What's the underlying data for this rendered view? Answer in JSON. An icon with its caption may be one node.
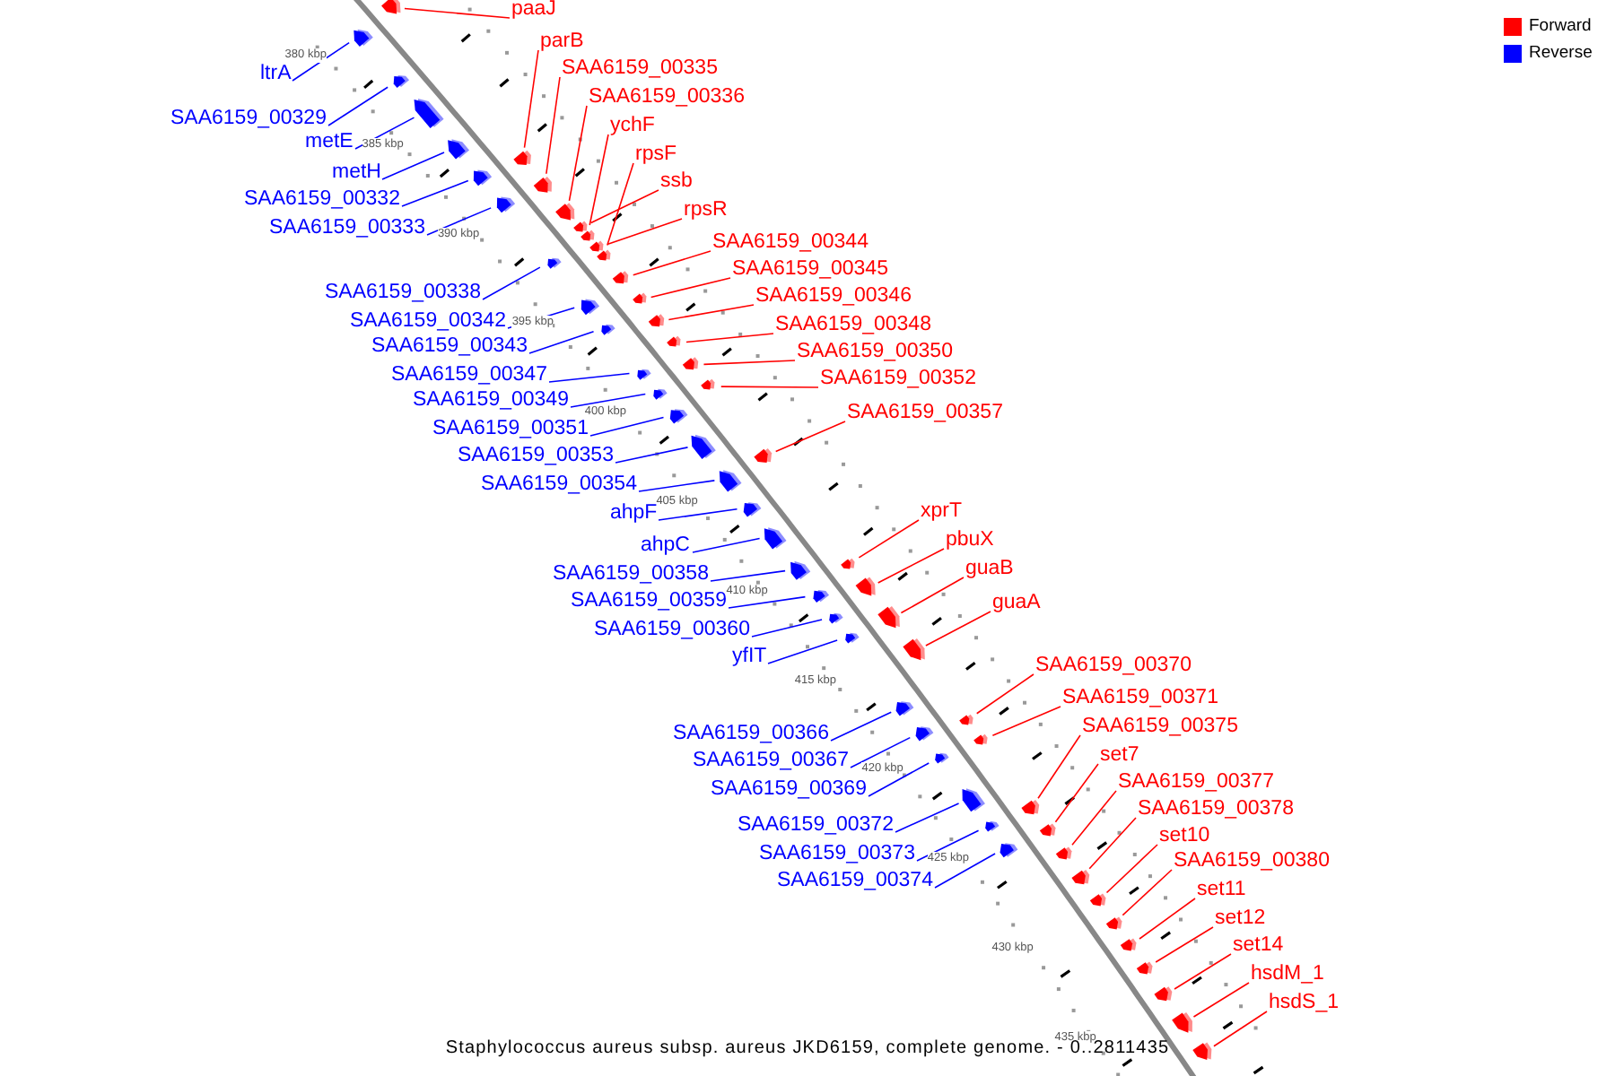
{
  "diagram": {
    "caption": "Staphylococcus aureus subsp. aureus JKD6159, complete genome. - 0..2811435",
    "nodes": [
      {
        "text": [
          "ltrA"
        ]
      },
      {
        "text": [],
        "shape": "pentagon"
      },
      {
        "text": [
          "SAA6159_00329"
        ]
      },
      {
        "text": [],
        "shape": "pentagon"
      },
      {
        "text": [
          "metE"
        ]
      },
      {
        "text": [],
        "shape": "pentagon"
      },
      {
        "text": [
          "metH"
        ]
      },
      {
        "text": [],
        "shape": "pentagon"
      },
      {
        "text": [
          "SAA6159_00332"
        ]
      },
      {
        "text": [],
        "shape": "pentagon"
      },
      {
        "text": [
          "SAA6159_00333"
        ]
      },
      {
        "text": [],
        "shape": "pentagon"
      },
      {
        "text": [
          "SAA6159_00338"
        ]
      },
      {
        "text": [],
        "shape": "pentagon"
      },
      {
        "text": [
          "SAA6159_00342"
        ]
      },
      {
        "text": [],
        "shape": "pentagon"
      },
      {
        "text": [
          "SAA6159_00343"
        ]
      },
      {
        "text": [],
        "shape": "pentagon"
      },
      {
        "text": [
          "SAA6159_00347"
        ]
      },
      {
        "text": [],
        "shape": "pentagon"
      },
      {
        "text": [
          "SAA6159_00349"
        ]
      },
      {
        "text": [],
        "shape": "pentagon"
      },
      {
        "text": [
          "SAA6159_00351"
        ]
      },
      {
        "text": [],
        "shape": "pentagon"
      },
      {
        "text": [
          "SAA6159_00353"
        ]
      },
      {
        "text": [],
        "shape": "pentagon"
      },
      {
        "text": [
          "SAA6159_00354"
        ]
      },
      {
        "text": [],
        "shape": "pentagon"
      },
      {
        "text": [
          "ahpF"
        ]
      },
      {
        "text": [],
        "shape": "pentagon"
      },
      {
        "text": [
          "ahpC"
        ]
      },
      {
        "text": [],
        "shape": "pentagon"
      },
      {
        "text": [
          "SAA6159_00358"
        ]
      },
      {
        "text": [],
        "shape": "pentagon"
      },
      {
        "text": [
          "SAA6159_00359"
        ]
      },
      {
        "text": [],
        "shape": "pentagon"
      },
      {
        "text": [
          "SAA6159_00360"
        ]
      },
      {
        "text": [],
        "shape": "pentagon"
      },
      {
        "text": [
          "yfIT"
        ]
      },
      {
        "text": [],
        "shape": "pentagon"
      },
      {
        "text": [
          "SAA6159_00366"
        ]
      },
      {
        "text": [],
        "shape": "pentagon"
      },
      {
        "text": [
          "SAA6159_00367"
        ]
      },
      {
        "text": [],
        "shape": "pentagon"
      },
      {
        "text": [
          "SAA6159_00369"
        ]
      },
      {
        "text": [],
        "shape": "pentagon"
      },
      {
        "text": [
          "SAA6159_00372"
        ]
      },
      {
        "text": [],
        "shape": "pentagon"
      },
      {
        "text": [
          "SAA6159_00373"
        ]
      },
      {
        "text": [],
        "shape": "pentagon"
      },
      {
        "text": [
          "SAA6159_00374"
        ]
      },
      {
        "text": [],
        "shape": "pentagon"
      },
      {
        "text": [
          "paaJ"
        ]
      },
      {
        "text": [],
        "shape": "pentagon"
      },
      {
        "text": [
          "parB"
        ]
      },
      {
        "text": [],
        "shape": "pentagon"
      },
      {
        "text": [
          "SAA6159_00335"
        ]
      },
      {
        "text": [],
        "shape": "pentagon"
      },
      {
        "text": [
          "SAA6159_00336"
        ]
      },
      {
        "text": [],
        "shape": "pentagon"
      },
      {
        "text": [
          "ychF"
        ]
      },
      {
        "text": [],
        "shape": "pentagon"
      },
      {
        "text": [
          "rpsF"
        ]
      },
      {
        "text": [],
        "shape": "pentagon"
      },
      {
        "text": [
          "ssb"
        ]
      },
      {
        "text": [],
        "shape": "pentagon"
      },
      {
        "text": [
          "rpsR"
        ]
      },
      {
        "text": [],
        "shape": "pentagon"
      },
      {
        "text": [
          "SAA6159_00344"
        ]
      },
      {
        "text": [],
        "shape": "pentagon"
      },
      {
        "text": [
          "SAA6159_00345"
        ]
      },
      {
        "text": [],
        "shape": "pentagon"
      },
      {
        "text": [
          "SAA6159_00346"
        ]
      },
      {
        "text": [],
        "shape": "pentagon"
      },
      {
        "text": [
          "SAA6159_00348"
        ]
      },
      {
        "text": [],
        "shape": "pentagon"
      },
      {
        "text": [
          "SAA6159_00350"
        ]
      },
      {
        "text": [],
        "shape": "pentagon"
      },
      {
        "text": [
          "SAA6159_00352"
        ]
      },
      {
        "text": [],
        "shape": "pentagon"
      },
      {
        "text": [
          "SAA6159_00357"
        ]
      },
      {
        "text": [],
        "shape": "pentagon"
      },
      {
        "text": [
          "xprT"
        ]
      },
      {
        "text": [],
        "shape": "pentagon"
      },
      {
        "text": [
          "pbuX"
        ]
      },
      {
        "text": [],
        "shape": "pentagon"
      },
      {
        "text": [
          "guaB"
        ]
      },
      {
        "text": [],
        "shape": "pentagon"
      },
      {
        "text": [
          "guaA"
        ]
      },
      {
        "text": [],
        "shape": "pentagon"
      },
      {
        "text": [
          "SAA6159_00370"
        ]
      },
      {
        "text": [],
        "shape": "pentagon"
      },
      {
        "text": [
          "SAA6159_00371"
        ]
      },
      {
        "text": [],
        "shape": "pentagon"
      },
      {
        "text": [
          "SAA6159_00375"
        ]
      },
      {
        "text": [],
        "shape": "pentagon"
      },
      {
        "text": [
          "set7"
        ]
      },
      {
        "text": [],
        "shape": "pentagon"
      },
      {
        "text": [
          "SAA6159_00377"
        ]
      },
      {
        "text": [],
        "shape": "pentagon"
      },
      {
        "text": [
          "SAA6159_00378"
        ]
      },
      {
        "text": [],
        "shape": "pentagon"
      },
      {
        "text": [
          "set10"
        ]
      },
      {
        "text": [],
        "shape": "pentagon"
      },
      {
        "text": [
          "SAA6159_00380"
        ]
      },
      {
        "text": [],
        "shape": "pentagon"
      },
      {
        "text": [
          "set11"
        ]
      },
      {
        "text": [],
        "shape": "pentagon"
      },
      {
        "text": [
          "set12"
        ]
      },
      {
        "text": [],
        "shape": "pentagon"
      },
      {
        "text": [
          "set14"
        ]
      },
      {
        "text": [],
        "shape": "pentagon"
      },
      {
        "text": [
          "hsdM_1"
        ]
      },
      {
        "text": [],
        "shape": "pentagon"
      },
      {
        "text": [
          "hsdS_1"
        ]
      },
      {
        "text": [],
        "shape": "pentagon"
      }
    ],
    "edges": [
      {
        "from": 0,
        "to": 1,
        "arrow": "none",
        "color": "#0000ff"
      },
      {
        "from": 2,
        "to": 3,
        "arrow": "none",
        "color": "#0000ff"
      },
      {
        "from": 4,
        "to": 5,
        "arrow": "none",
        "color": "#0000ff"
      },
      {
        "from": 6,
        "to": 7,
        "arrow": "none",
        "color": "#0000ff"
      },
      {
        "from": 8,
        "to": 9,
        "arrow": "none",
        "color": "#0000ff"
      },
      {
        "from": 10,
        "to": 11,
        "arrow": "none",
        "color": "#0000ff"
      },
      {
        "from": 12,
        "to": 13,
        "arrow": "none",
        "color": "#0000ff"
      },
      {
        "from": 14,
        "to": 15,
        "arrow": "none",
        "color": "#0000ff"
      },
      {
        "from": 16,
        "to": 17,
        "arrow": "none",
        "color": "#0000ff"
      },
      {
        "from": 18,
        "to": 19,
        "arrow": "none",
        "color": "#0000ff"
      },
      {
        "from": 20,
        "to": 21,
        "arrow": "none",
        "color": "#0000ff"
      },
      {
        "from": 22,
        "to": 23,
        "arrow": "none",
        "color": "#0000ff"
      },
      {
        "from": 24,
        "to": 25,
        "arrow": "none",
        "color": "#0000ff"
      },
      {
        "from": 26,
        "to": 27,
        "arrow": "none",
        "color": "#0000ff"
      },
      {
        "from": 28,
        "to": 29,
        "arrow": "none",
        "color": "#0000ff"
      },
      {
        "from": 30,
        "to": 31,
        "arrow": "none",
        "color": "#0000ff"
      },
      {
        "from": 32,
        "to": 33,
        "arrow": "none",
        "color": "#0000ff"
      },
      {
        "from": 34,
        "to": 35,
        "arrow": "none",
        "color": "#0000ff"
      },
      {
        "from": 36,
        "to": 37,
        "arrow": "none",
        "color": "#0000ff"
      },
      {
        "from": 38,
        "to": 39,
        "arrow": "none",
        "color": "#0000ff"
      },
      {
        "from": 40,
        "to": 41,
        "arrow": "none",
        "color": "#0000ff"
      },
      {
        "from": 42,
        "to": 43,
        "arrow": "none",
        "color": "#0000ff"
      },
      {
        "from": 44,
        "to": 45,
        "arrow": "none",
        "color": "#0000ff"
      },
      {
        "from": 46,
        "to": 47,
        "arrow": "none",
        "color": "#0000ff"
      },
      {
        "from": 48,
        "to": 49,
        "arrow": "none",
        "color": "#0000ff"
      },
      {
        "from": 50,
        "to": 51,
        "arrow": "none",
        "color": "#0000ff"
      },
      {
        "from": 52,
        "to": 53,
        "arrow": "none"
      },
      {
        "from": 54,
        "to": 55,
        "arrow": "none"
      },
      {
        "from": 56,
        "to": 57,
        "arrow": "none"
      },
      {
        "from": 58,
        "to": 59,
        "arrow": "none"
      },
      {
        "from": 60,
        "to": 61,
        "arrow": "none"
      },
      {
        "from": 62,
        "to": 63,
        "arrow": "none"
      },
      {
        "from": 64,
        "to": 65,
        "arrow": "none"
      },
      {
        "from": 66,
        "to": 67,
        "arrow": "none"
      },
      {
        "from": 68,
        "to": 69,
        "arrow": "none"
      },
      {
        "from": 70,
        "to": 71,
        "arrow": "none"
      },
      {
        "from": 72,
        "to": 73,
        "arrow": "none"
      },
      {
        "from": 74,
        "to": 75,
        "arrow": "none"
      },
      {
        "from": 76,
        "to": 77,
        "arrow": "none"
      },
      {
        "from": 78,
        "to": 79,
        "arrow": "none"
      },
      {
        "from": 80,
        "to": 81,
        "arrow": "none"
      },
      {
        "from": 82,
        "to": 83,
        "arrow": "none"
      },
      {
        "from": 84,
        "to": 85,
        "arrow": "none"
      },
      {
        "from": 86,
        "to": 87,
        "arrow": "none"
      },
      {
        "from": 88,
        "to": 89,
        "arrow": "none"
      },
      {
        "from": 90,
        "to": 91,
        "arrow": "none"
      },
      {
        "from": 92,
        "to": 93,
        "arrow": "none"
      },
      {
        "from": 94,
        "to": 95,
        "arrow": "none"
      },
      {
        "from": 96,
        "to": 97,
        "arrow": "none"
      },
      {
        "from": 98,
        "to": 99,
        "arrow": "none"
      },
      {
        "from": 100,
        "to": 101,
        "arrow": "none"
      },
      {
        "from": 102,
        "to": 103,
        "arrow": "none"
      },
      {
        "from": 104,
        "to": 105,
        "arrow": "none"
      },
      {
        "from": 106,
        "to": 107,
        "arrow": "none"
      },
      {
        "from": 108,
        "to": 109,
        "arrow": "none"
      },
      {
        "from": 110,
        "to": 111,
        "arrow": "none"
      },
      {
        "from": 112,
        "to": 113,
        "arrow": "none"
      },
      {
        "from": 114,
        "to": 115,
        "arrow": "none"
      }
    ],
    "labels": [
      "380 kbp",
      "385 kbp",
      "390 kbp",
      "395 kbp",
      "400 kbp",
      "405 kbp",
      "410 kbp",
      "415 kbp",
      "420 kbp",
      "425 kbp",
      "430 kbp",
      "435 kbp"
    ],
    "legend": [
      {
        "text": "Forward",
        "color": "#ff0000"
      },
      {
        "text": "Reverse",
        "color": "#0000ff"
      }
    ]
  }
}
